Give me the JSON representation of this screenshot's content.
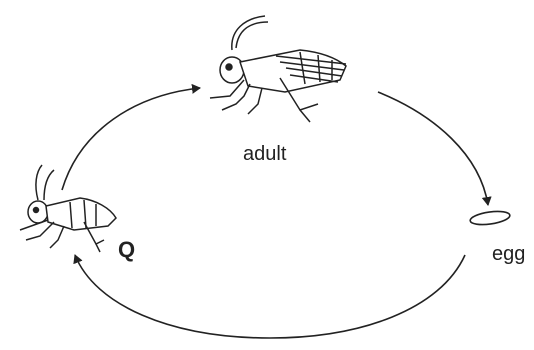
{
  "diagram": {
    "stages": {
      "adult": "adult",
      "egg": "egg",
      "unknown": "Q"
    },
    "icons": {
      "adult": "grasshopper-adult-icon",
      "nymph": "grasshopper-nymph-icon",
      "egg": "egg-icon"
    },
    "colors": {
      "ink": "#222222",
      "background": "#ffffff"
    }
  }
}
